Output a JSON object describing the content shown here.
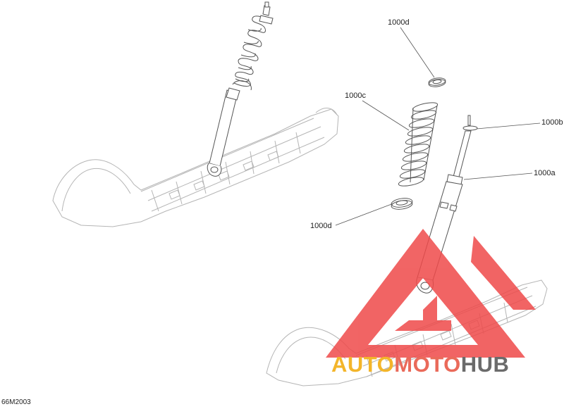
{
  "figure_id": "66M2003",
  "callouts": {
    "c1000a": "1000a",
    "c1000b": "1000b",
    "c1000c": "1000c",
    "c1000d_top": "1000d",
    "c1000d_bottom": "1000d"
  },
  "watermark": {
    "part1": "AUTO",
    "part2": "MOTO",
    "part3": "HUB",
    "color_auto": "#f3b52a",
    "color_moto": "#ea6a5a",
    "color_hub": "#6b6b6b",
    "triangle_color": "#ef4a4a"
  },
  "colors": {
    "line": "#555555",
    "faint_line": "#b8b8b8"
  }
}
